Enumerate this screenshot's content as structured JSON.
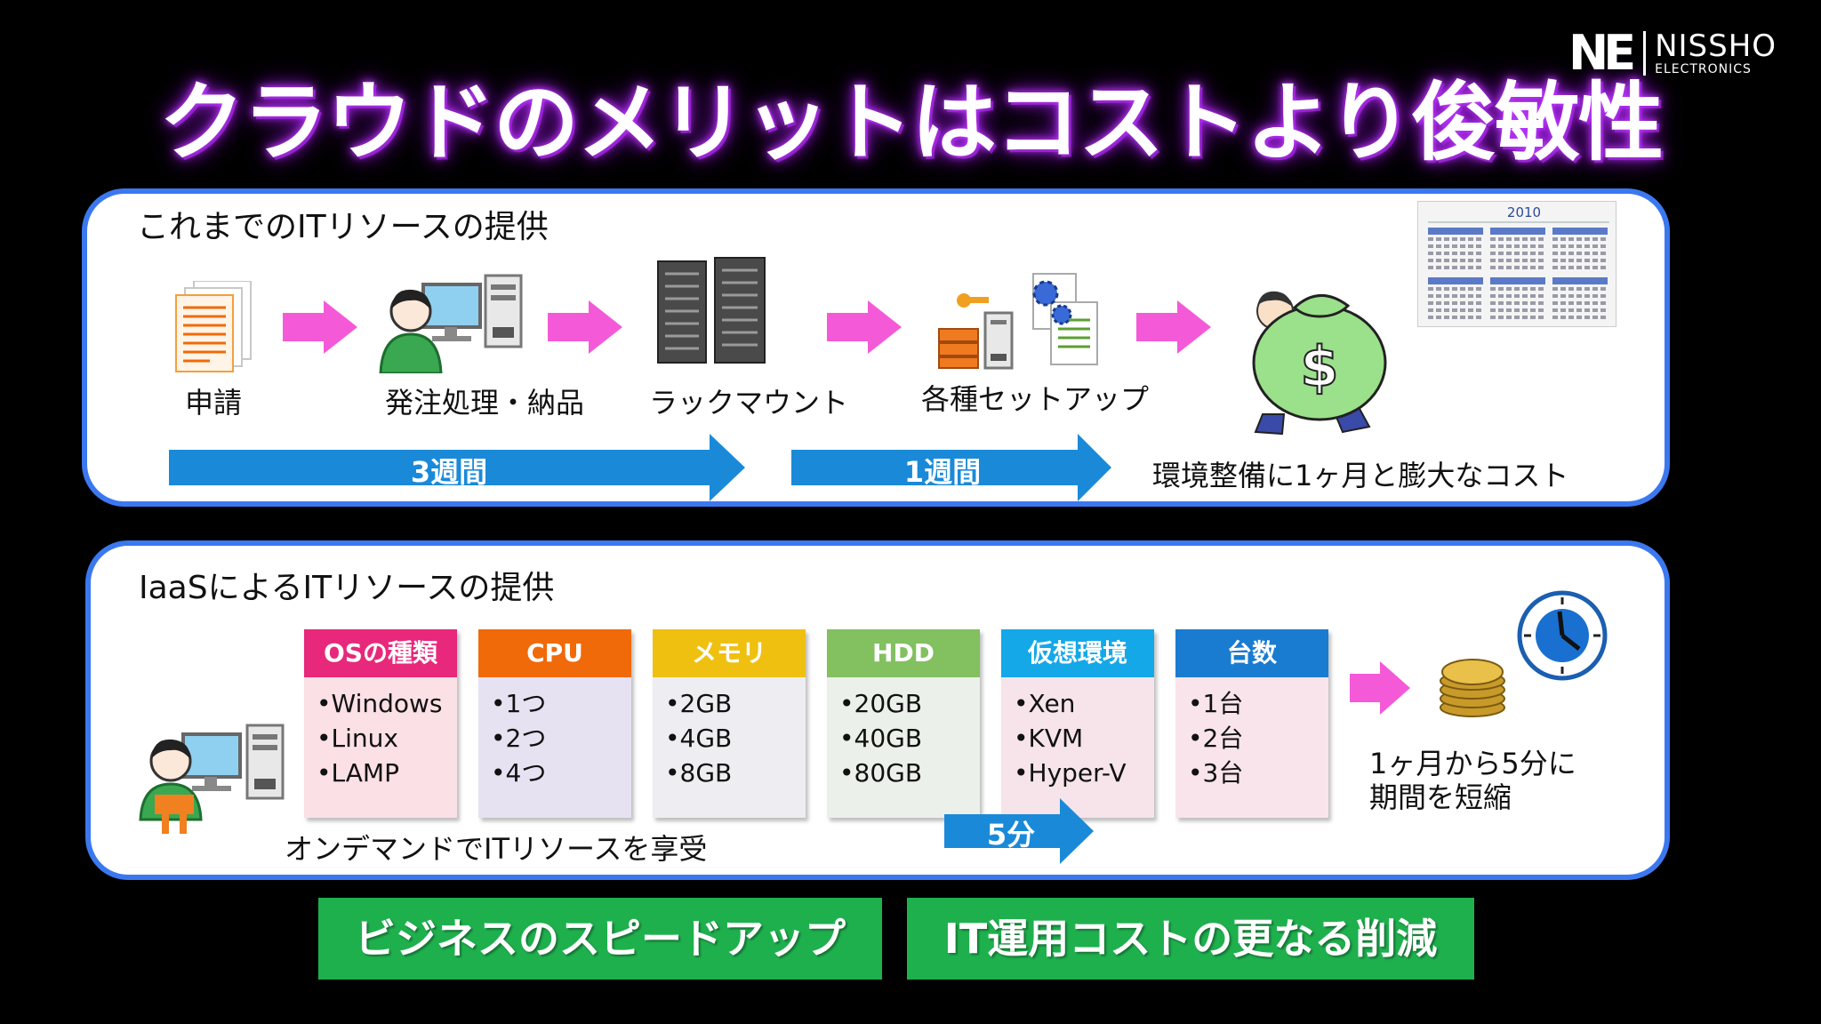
{
  "title": "クラウドのメリットはコストより俊敏性",
  "logo": {
    "mark": "NE",
    "name": "NISSHO",
    "sub": "ELECTRONICS"
  },
  "top_panel": {
    "title": "これまでのITリソースの提供",
    "steps": [
      "申請",
      "発注処理・納品",
      "ラックマウント",
      "各種セットアップ"
    ],
    "durations": [
      "3週間",
      "1週間"
    ],
    "result": "環境整備に1ヶ月と膨大なコスト",
    "calendar_year": "2010",
    "money_symbol": "$"
  },
  "bottom_panel": {
    "title": "IaaSによるITリソースの提供",
    "columns": [
      {
        "header": "OSの種類",
        "items": [
          "•Windows",
          "•Linux",
          "•LAMP"
        ]
      },
      {
        "header": "CPU",
        "items": [
          "•1つ",
          "•2つ",
          "•4つ"
        ]
      },
      {
        "header": "メモリ",
        "items": [
          "•2GB",
          "•4GB",
          "•8GB"
        ]
      },
      {
        "header": "HDD",
        "items": [
          "•20GB",
          "•40GB",
          "•80GB"
        ]
      },
      {
        "header": "仮想環境",
        "items": [
          "•Xen",
          "•KVM",
          "•Hyper-V"
        ]
      },
      {
        "header": "台数",
        "items": [
          "•1台",
          "•2台",
          "•3台"
        ]
      }
    ],
    "on_demand": "オンデマンドでITリソースを享受",
    "duration": "5分",
    "result_line1": "1ヶ月から5分に",
    "result_line2": "期間を短縮"
  },
  "buttons": [
    "ビジネスのスピードアップ",
    "IT運用コストの更なる削減"
  ],
  "colors": {
    "panel_border": "#3b78f0",
    "col_headers": [
      "#e8287a",
      "#f06a0a",
      "#f0c010",
      "#82c060",
      "#14a8e8",
      "#1a7cd0"
    ],
    "col_bodies": [
      "#fbe0e6",
      "#e6e2f2",
      "#eeeef2",
      "#ecf0ea",
      "#f6e4ea",
      "#f8e4ea"
    ],
    "pink_arrow": "#f45ad8",
    "blue_arrow": "#1a8ad8",
    "green_button": "#1fb04e"
  }
}
